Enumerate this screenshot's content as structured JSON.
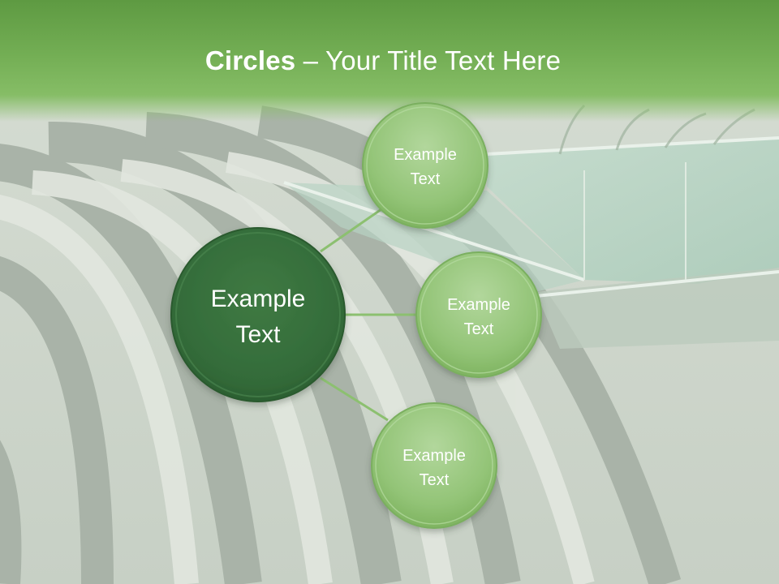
{
  "slide": {
    "title_bold": "Circles",
    "title_rest": " – Your Title Text Here"
  },
  "diagram": {
    "center": {
      "line1": "Example",
      "line2": "Text"
    },
    "satellites": [
      {
        "line1": "Example",
        "line2": "Text"
      },
      {
        "line1": "Example",
        "line2": "Text"
      },
      {
        "line1": "Example",
        "line2": "Text"
      }
    ]
  },
  "colors": {
    "header": "#73ae54",
    "center_circle": "#336b39",
    "satellite_circle": "#93c477",
    "connector": "#8cc070"
  }
}
